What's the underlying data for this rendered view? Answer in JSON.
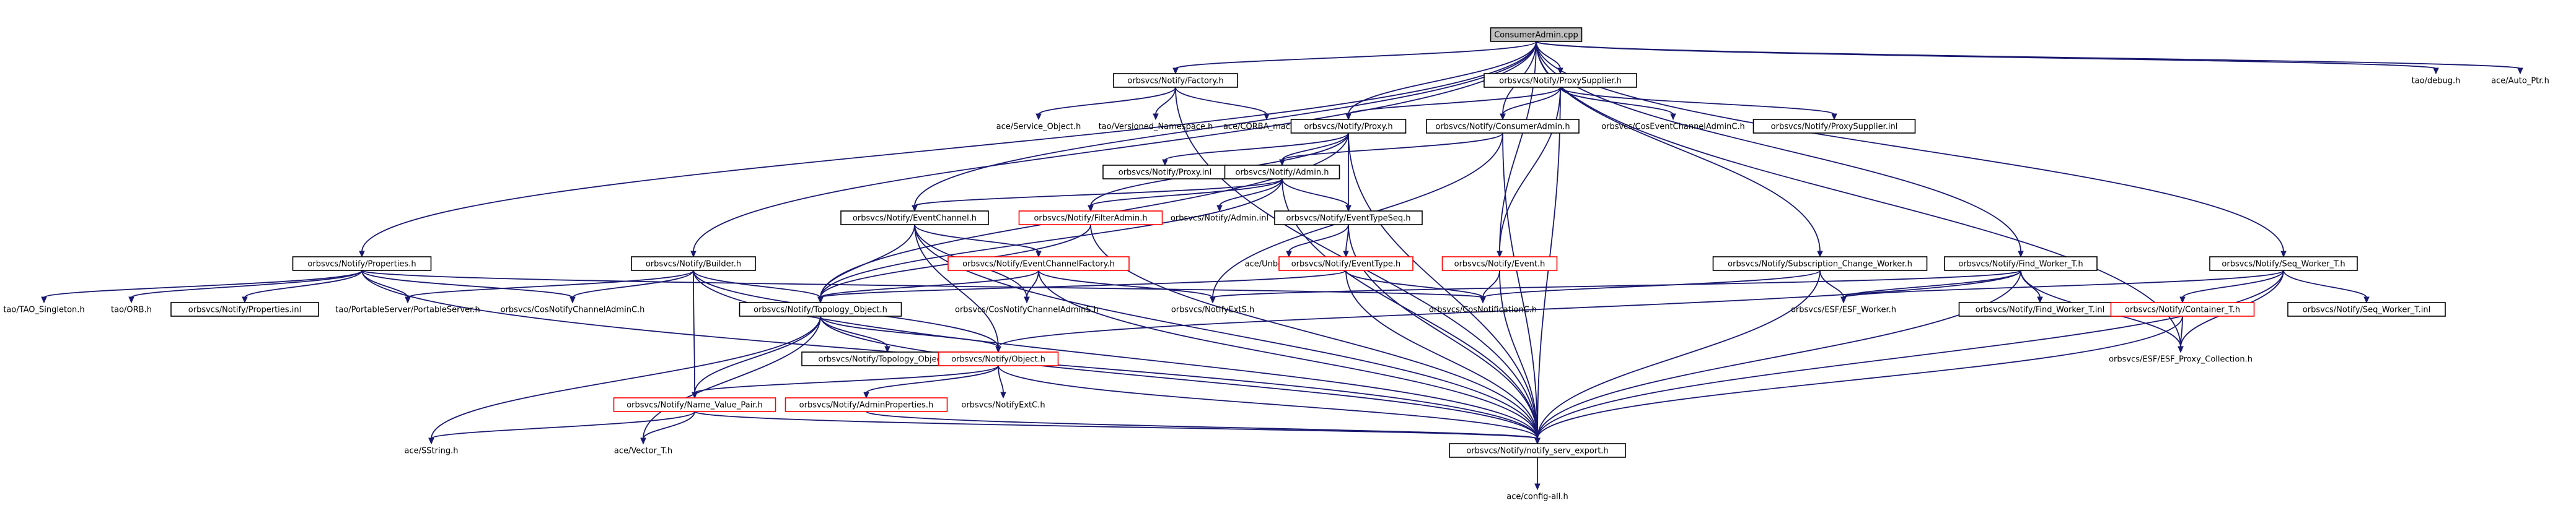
{
  "colors": {
    "edge": "#191970",
    "root_fill": "#bfbfbf",
    "box_border": "#000000",
    "red_border": "#ff0000",
    "box_fill": "#ffffff"
  },
  "nodes": [
    {
      "id": "root",
      "label": "ConsumerAdmin.cpp",
      "style": "root"
    },
    {
      "id": "factory",
      "label": "orbsvcs/Notify/Factory.h",
      "style": "box"
    },
    {
      "id": "proxysupplier",
      "label": "orbsvcs/Notify/ProxySupplier.h",
      "style": "box"
    },
    {
      "id": "taodebug",
      "label": "tao/debug.h",
      "style": "plain"
    },
    {
      "id": "autoptr",
      "label": "ace/Auto_Ptr.h",
      "style": "plain"
    },
    {
      "id": "serviceobject",
      "label": "ace/Service_Object.h",
      "style": "plain"
    },
    {
      "id": "versionedns",
      "label": "tao/Versioned_Namespace.h",
      "style": "plain"
    },
    {
      "id": "corbamacros",
      "label": "ace/CORBA_macros.h",
      "style": "plain"
    },
    {
      "id": "proxy",
      "label": "orbsvcs/Notify/Proxy.h",
      "style": "box"
    },
    {
      "id": "consumeradmin",
      "label": "orbsvcs/Notify/ConsumerAdmin.h",
      "style": "box"
    },
    {
      "id": "coseventchanneladminc",
      "label": "orbsvcs/CosEventChannelAdminC.h",
      "style": "plain"
    },
    {
      "id": "proxysupplierinl",
      "label": "orbsvcs/Notify/ProxySupplier.inl",
      "style": "box"
    },
    {
      "id": "proxyinl",
      "label": "orbsvcs/Notify/Proxy.inl",
      "style": "box"
    },
    {
      "id": "admin",
      "label": "orbsvcs/Notify/Admin.h",
      "style": "box"
    },
    {
      "id": "eventchannel",
      "label": "orbsvcs/Notify/EventChannel.h",
      "style": "box"
    },
    {
      "id": "filteradmin",
      "label": "orbsvcs/Notify/FilterAdmin.h",
      "style": "red"
    },
    {
      "id": "admininl",
      "label": "orbsvcs/Notify/Admin.inl",
      "style": "plain"
    },
    {
      "id": "eventtypeseq",
      "label": "orbsvcs/Notify/EventTypeSeq.h",
      "style": "box"
    },
    {
      "id": "unboundedset",
      "label": "ace/Unbounded_Set.h",
      "style": "plain"
    },
    {
      "id": "eventtype",
      "label": "orbsvcs/Notify/EventType.h",
      "style": "red"
    },
    {
      "id": "event",
      "label": "orbsvcs/Notify/Event.h",
      "style": "red"
    },
    {
      "id": "ecfactory",
      "label": "orbsvcs/Notify/EventChannelFactory.h",
      "style": "red"
    },
    {
      "id": "properties",
      "label": "orbsvcs/Notify/Properties.h",
      "style": "box"
    },
    {
      "id": "builder",
      "label": "orbsvcs/Notify/Builder.h",
      "style": "box"
    },
    {
      "id": "subchangeworker",
      "label": "orbsvcs/Notify/Subscription_Change_Worker.h",
      "style": "box"
    },
    {
      "id": "findworker",
      "label": "orbsvcs/Notify/Find_Worker_T.h",
      "style": "box"
    },
    {
      "id": "seqworker",
      "label": "orbsvcs/Notify/Seq_Worker_T.h",
      "style": "box"
    },
    {
      "id": "taosingleton",
      "label": "tao/TAO_Singleton.h",
      "style": "plain"
    },
    {
      "id": "orbh",
      "label": "tao/ORB.h",
      "style": "plain"
    },
    {
      "id": "propertiesinl",
      "label": "orbsvcs/Notify/Properties.inl",
      "style": "box"
    },
    {
      "id": "portableserver",
      "label": "tao/PortableServer/PortableServer.h",
      "style": "plain"
    },
    {
      "id": "cosnotifychanneladminc",
      "label": "orbsvcs/CosNotifyChannelAdminC.h",
      "style": "plain"
    },
    {
      "id": "topologyobject",
      "label": "orbsvcs/Notify/Topology_Object.h",
      "style": "box"
    },
    {
      "id": "cosnotifychanneladmins",
      "label": "orbsvcs/CosNotifyChannelAdminS.h",
      "style": "plain"
    },
    {
      "id": "notifyexts",
      "label": "orbsvcs/NotifyExtS.h",
      "style": "plain"
    },
    {
      "id": "cosnotificationc",
      "label": "orbsvcs/CosNotificationC.h",
      "style": "plain"
    },
    {
      "id": "esfworker",
      "label": "orbsvcs/ESF/ESF_Worker.h",
      "style": "plain"
    },
    {
      "id": "findworkerinl",
      "label": "orbsvcs/Notify/Find_Worker_T.inl",
      "style": "box"
    },
    {
      "id": "container",
      "label": "orbsvcs/Notify/Container_T.h",
      "style": "red"
    },
    {
      "id": "seqworkerinl",
      "label": "orbsvcs/Notify/Seq_Worker_T.inl",
      "style": "box"
    },
    {
      "id": "topologyobjectinl",
      "label": "orbsvcs/Notify/Topology_Object.inl",
      "style": "box"
    },
    {
      "id": "object",
      "label": "orbsvcs/Notify/Object.h",
      "style": "red"
    },
    {
      "id": "esfproxycollection",
      "label": "orbsvcs/ESF/ESF_Proxy_Collection.h",
      "style": "plain"
    },
    {
      "id": "namevaluepair",
      "label": "orbsvcs/Notify/Name_Value_Pair.h",
      "style": "red"
    },
    {
      "id": "adminproperties",
      "label": "orbsvcs/Notify/AdminProperties.h",
      "style": "red"
    },
    {
      "id": "notifyextc",
      "label": "orbsvcs/NotifyExtC.h",
      "style": "plain"
    },
    {
      "id": "notifyservexport",
      "label": "orbsvcs/Notify/notify_serv_export.h",
      "style": "box"
    },
    {
      "id": "sstring",
      "label": "ace/SString.h",
      "style": "plain"
    },
    {
      "id": "vectort",
      "label": "ace/Vector_T.h",
      "style": "plain"
    },
    {
      "id": "configall",
      "label": "ace/config-all.h",
      "style": "plain"
    }
  ],
  "edges": [
    [
      "root",
      "factory"
    ],
    [
      "root",
      "proxysupplier"
    ],
    [
      "root",
      "taodebug"
    ],
    [
      "root",
      "autoptr"
    ],
    [
      "root",
      "proxy"
    ],
    [
      "root",
      "consumeradmin"
    ],
    [
      "root",
      "eventchannel"
    ],
    [
      "root",
      "properties"
    ],
    [
      "root",
      "builder"
    ],
    [
      "root",
      "subchangeworker"
    ],
    [
      "root",
      "findworker"
    ],
    [
      "root",
      "seqworker"
    ],
    [
      "root",
      "event"
    ],
    [
      "root",
      "esfproxycollection"
    ],
    [
      "factory",
      "serviceobject"
    ],
    [
      "factory",
      "versionedns"
    ],
    [
      "factory",
      "corbamacros"
    ],
    [
      "factory",
      "notifyservexport"
    ],
    [
      "proxysupplier",
      "proxy"
    ],
    [
      "proxysupplier",
      "consumeradmin"
    ],
    [
      "proxysupplier",
      "coseventchanneladminc"
    ],
    [
      "proxysupplier",
      "proxysupplierinl"
    ],
    [
      "proxysupplier",
      "event"
    ],
    [
      "proxysupplier",
      "notifyservexport"
    ],
    [
      "proxy",
      "proxyinl"
    ],
    [
      "proxy",
      "admin"
    ],
    [
      "proxy",
      "filteradmin"
    ],
    [
      "proxy",
      "eventtypeseq"
    ],
    [
      "proxy",
      "topologyobject"
    ],
    [
      "proxy",
      "notifyservexport"
    ],
    [
      "consumeradmin",
      "admin"
    ],
    [
      "consumeradmin",
      "notifyexts"
    ],
    [
      "consumeradmin",
      "notifyservexport"
    ],
    [
      "admin",
      "eventchannel"
    ],
    [
      "admin",
      "filteradmin"
    ],
    [
      "admin",
      "admininl"
    ],
    [
      "admin",
      "eventtypeseq"
    ],
    [
      "admin",
      "topologyobject"
    ],
    [
      "admin",
      "notifyservexport"
    ],
    [
      "eventchannel",
      "ecfactory"
    ],
    [
      "eventchannel",
      "topologyobject"
    ],
    [
      "eventchannel",
      "object"
    ],
    [
      "eventchannel",
      "cosnotifychanneladmins"
    ],
    [
      "eventchannel",
      "notifyservexport"
    ],
    [
      "filteradmin",
      "topologyobject"
    ],
    [
      "filteradmin",
      "notifyservexport"
    ],
    [
      "eventtypeseq",
      "unboundedset"
    ],
    [
      "eventtypeseq",
      "eventtype"
    ],
    [
      "eventtypeseq",
      "notifyservexport"
    ],
    [
      "eventtype",
      "cosnotificationc"
    ],
    [
      "eventtype",
      "topologyobject"
    ],
    [
      "eventtype",
      "notifyservexport"
    ],
    [
      "event",
      "cosnotificationc"
    ],
    [
      "event",
      "notifyservexport"
    ],
    [
      "ecfactory",
      "topologyobject"
    ],
    [
      "ecfactory",
      "cosnotifychanneladmins"
    ],
    [
      "ecfactory",
      "notifyexts"
    ],
    [
      "ecfactory",
      "notifyservexport"
    ],
    [
      "properties",
      "taosingleton"
    ],
    [
      "properties",
      "orbh"
    ],
    [
      "properties",
      "propertiesinl"
    ],
    [
      "properties",
      "portableserver"
    ],
    [
      "properties",
      "cosnotifychanneladminc"
    ],
    [
      "properties",
      "cosnotificationc"
    ],
    [
      "properties",
      "notifyservexport"
    ],
    [
      "builder",
      "portableserver"
    ],
    [
      "builder",
      "cosnotifychanneladminc"
    ],
    [
      "builder",
      "topologyobject"
    ],
    [
      "builder",
      "object"
    ],
    [
      "builder",
      "namevaluepair"
    ],
    [
      "builder",
      "notifyservexport"
    ],
    [
      "subchangeworker",
      "esfworker"
    ],
    [
      "subchangeworker",
      "cosnotificationc"
    ],
    [
      "subchangeworker",
      "notifyservexport"
    ],
    [
      "findworker",
      "esfworker"
    ],
    [
      "findworker",
      "findworkerinl"
    ],
    [
      "findworker",
      "notifyexts"
    ],
    [
      "findworker",
      "object"
    ],
    [
      "findworker",
      "esfproxycollection"
    ],
    [
      "findworker",
      "notifyservexport"
    ],
    [
      "seqworker",
      "esfworker"
    ],
    [
      "seqworker",
      "container"
    ],
    [
      "seqworker",
      "seqworkerinl"
    ],
    [
      "seqworker",
      "esfproxycollection"
    ],
    [
      "seqworker",
      "notifyservexport"
    ],
    [
      "container",
      "esfproxycollection"
    ],
    [
      "container",
      "notifyservexport"
    ],
    [
      "topologyobject",
      "topologyobjectinl"
    ],
    [
      "topologyobject",
      "object"
    ],
    [
      "topologyobject",
      "namevaluepair"
    ],
    [
      "topologyobject",
      "sstring"
    ],
    [
      "topologyobject",
      "vectort"
    ],
    [
      "topologyobject",
      "notifyservexport"
    ],
    [
      "object",
      "namevaluepair"
    ],
    [
      "object",
      "adminproperties"
    ],
    [
      "object",
      "notifyextc"
    ],
    [
      "object",
      "notifyservexport"
    ],
    [
      "namevaluepair",
      "sstring"
    ],
    [
      "namevaluepair",
      "vectort"
    ],
    [
      "namevaluepair",
      "notifyservexport"
    ],
    [
      "adminproperties",
      "notifyservexport"
    ],
    [
      "notifyservexport",
      "configall"
    ]
  ]
}
